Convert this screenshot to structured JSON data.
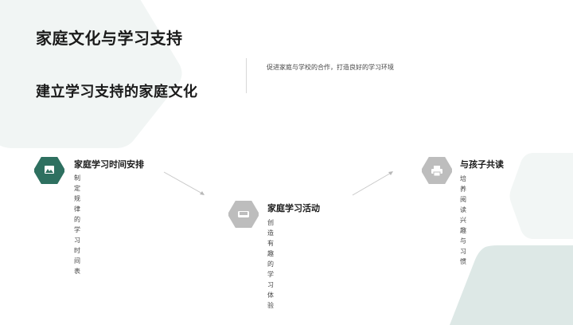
{
  "slide": {
    "title": "家庭文化与学习支持",
    "subtitle": "建立学习支持的家庭文化",
    "tagline": "促进家庭与学校的合作，打造良好的学习环境"
  },
  "colors": {
    "accent": "#2e7060",
    "neutral_icon": "#bdbdbd",
    "bg_pale": "#f1f5f4",
    "bg_mint": "#dde8e6"
  },
  "steps": [
    {
      "icon": "image-icon",
      "title": "家庭学习时间安排",
      "desc_line1": "制定规律的学习时间",
      "desc_line2": "表"
    },
    {
      "icon": "sofa-icon",
      "title": "家庭学习活动",
      "desc_line1": "创造有趣的学习体验",
      "desc_line2": ""
    },
    {
      "icon": "printer-icon",
      "title": "与孩子共读",
      "desc_line1": "培养阅读兴趣与习惯",
      "desc_line2": ""
    }
  ]
}
